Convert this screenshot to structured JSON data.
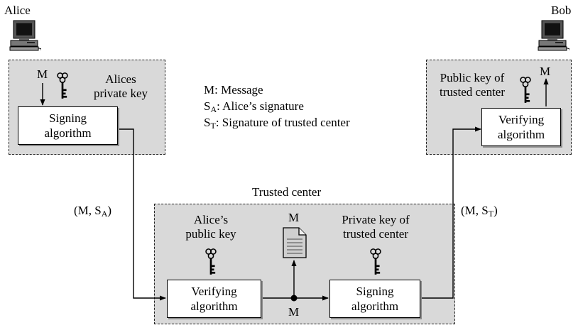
{
  "alice": {
    "label": "Alice",
    "key_label_line1": "Alices",
    "key_label_line2": "private key",
    "message": "M",
    "algorithm_line1": "Signing",
    "algorithm_line2": "algorithm"
  },
  "bob": {
    "label": "Bob",
    "key_label_line1": "Public key of",
    "key_label_line2": "trusted center",
    "message": "M",
    "algorithm_line1": "Verifying",
    "algorithm_line2": "algorithm"
  },
  "legend": {
    "m": "M: Message",
    "sa_prefix": "S",
    "sa_sub": "A",
    "sa_suffix": ": Alice’s signature",
    "st_prefix": "S",
    "st_sub": "T",
    "st_suffix": ": Signature of trusted center"
  },
  "trusted_center": {
    "title": "Trusted center",
    "alice_key_line1": "Alice’s",
    "alice_key_line2": "public key",
    "private_key_line1": "Private key of",
    "private_key_line2": "trusted center",
    "document_label": "M",
    "junction_label": "M",
    "verify_line1": "Verifying",
    "verify_line2": "algorithm",
    "sign_line1": "Signing",
    "sign_line2": "algorithm"
  },
  "flows": {
    "to_center_prefix": "(M, S",
    "to_center_sub": "A",
    "to_center_suffix": ")",
    "to_bob_prefix": "(M, S",
    "to_bob_sub": "T",
    "to_bob_suffix": ")"
  },
  "colors": {
    "panel": "#d9d9d9",
    "box": "#ffffff",
    "line": "#000000"
  },
  "icons": [
    "computer-icon",
    "key-icon",
    "document-icon"
  ]
}
